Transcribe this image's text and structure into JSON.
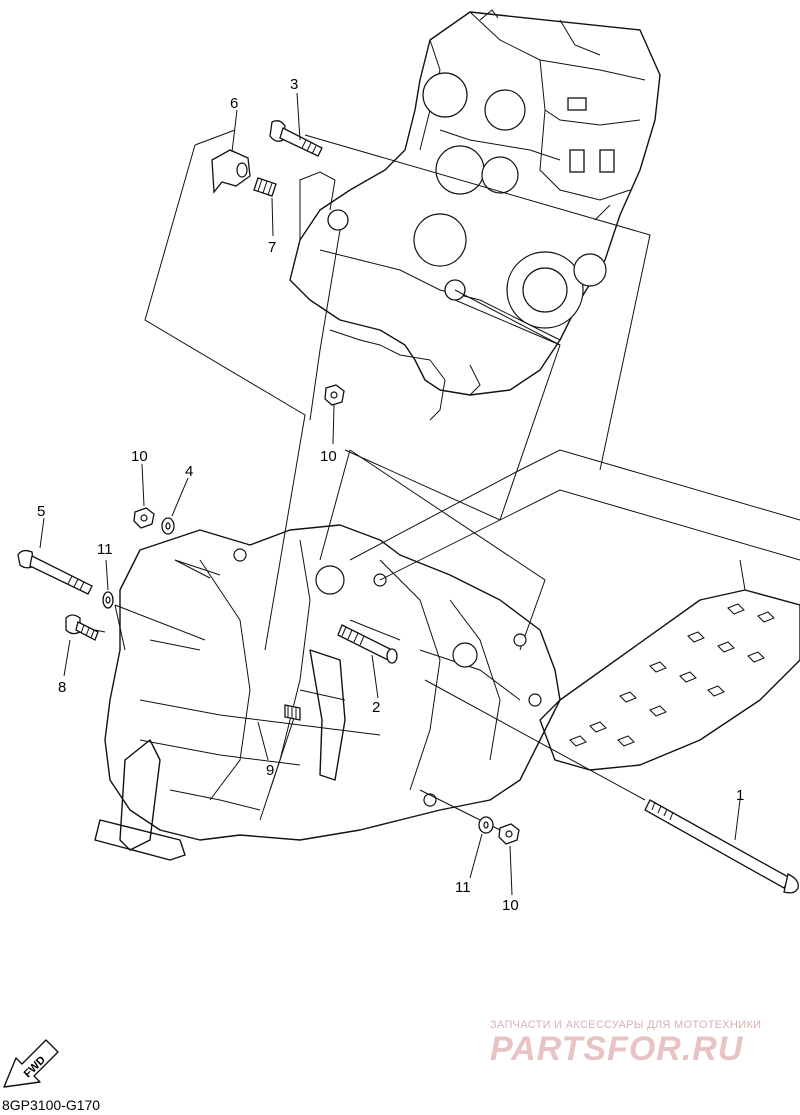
{
  "diagram": {
    "code": "8GP3100-G170",
    "fwd_label": "FWD",
    "callouts": [
      {
        "id": "c1",
        "text": "1"
      },
      {
        "id": "c2",
        "text": "2"
      },
      {
        "id": "c3",
        "text": "3"
      },
      {
        "id": "c4",
        "text": "4"
      },
      {
        "id": "c5",
        "text": "5"
      },
      {
        "id": "c6",
        "text": "6"
      },
      {
        "id": "c7",
        "text": "7"
      },
      {
        "id": "c8",
        "text": "8"
      },
      {
        "id": "c9",
        "text": "9"
      },
      {
        "id": "c10a",
        "text": "10"
      },
      {
        "id": "c10b",
        "text": "10"
      },
      {
        "id": "c10c",
        "text": "10"
      },
      {
        "id": "c11a",
        "text": "11"
      },
      {
        "id": "c11b",
        "text": "11"
      }
    ]
  },
  "watermark": {
    "tagline": "ЗАПЧАСТИ И АКСЕССУАРЫ ДЛЯ МОТОТЕХНИКИ",
    "logo": "PARTSFOR.RU",
    "logo_color": "#e7c3c3"
  }
}
